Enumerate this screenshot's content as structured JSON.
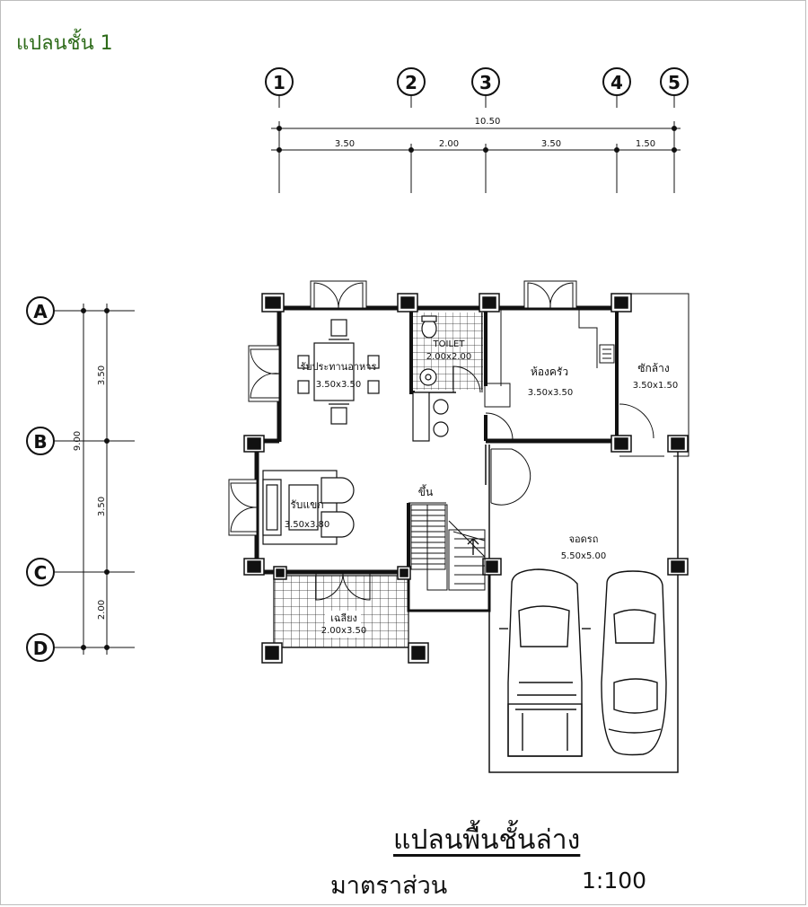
{
  "page_heading": "แปลนชั้น 1",
  "grid_columns": [
    "1",
    "2",
    "3",
    "4",
    "5"
  ],
  "grid_rows": [
    "A",
    "B",
    "C",
    "D"
  ],
  "dimensions": {
    "overall_horizontal": "10.50",
    "horizontal": [
      "3.50",
      "2.00",
      "3.50",
      "1.50"
    ],
    "overall_vertical": "9.00",
    "vertical": [
      "3.50",
      "3.50",
      "2.00"
    ]
  },
  "rooms": {
    "dining": {
      "name": "รับประทานอาหาร",
      "size": "3.50x3.50"
    },
    "toilet": {
      "name": "TOILET",
      "size": "2.00x2.00"
    },
    "kitchen": {
      "name": "ห้องครัว",
      "size": "3.50x3.50"
    },
    "laundry": {
      "name": "ซักล้าง",
      "size": "3.50x1.50"
    },
    "stairs": {
      "name": "ขึ้น"
    },
    "living": {
      "name": "รับแขก",
      "size": "3.50x3.80"
    },
    "carport": {
      "name": "จอดรถ",
      "size": "5.50x5.00"
    },
    "porch": {
      "name": "เฉลียง",
      "size": "2.00x3.50"
    }
  },
  "title": "แปลนพื้นชั้นล่าง",
  "scale_label": "มาตราส่วน",
  "scale_value": "1:100"
}
